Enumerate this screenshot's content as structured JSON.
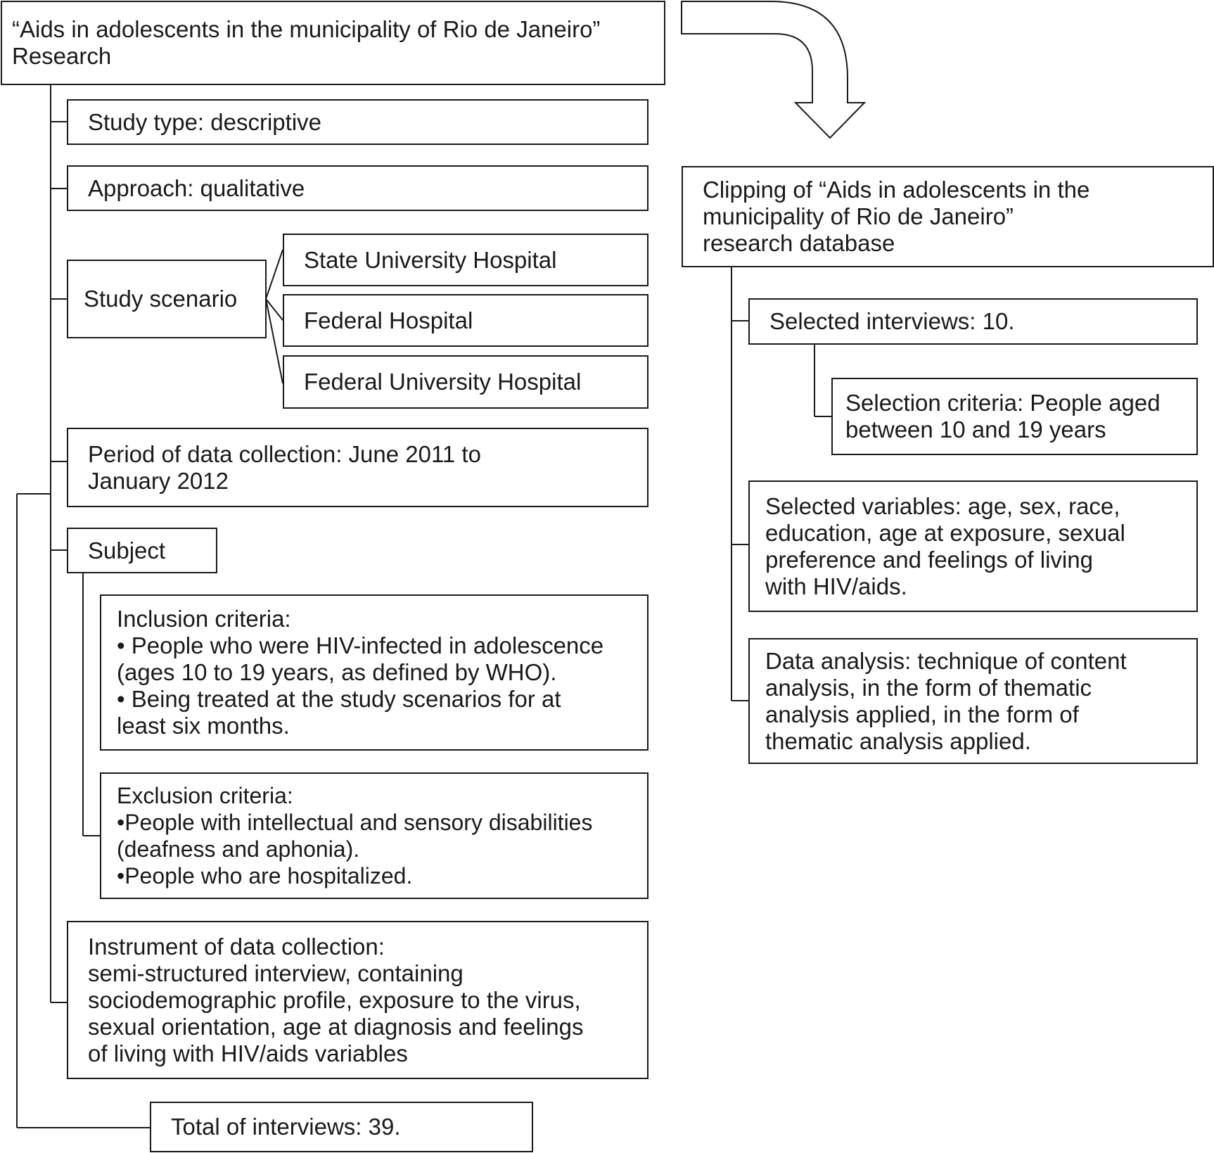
{
  "left": {
    "title": {
      "line1": "“Aids in adolescents in the municipality of Rio de Janeiro”",
      "line2": "Research"
    },
    "study_type": "Study type: descriptive",
    "approach": "Approach: qualitative",
    "scenario": {
      "label": "Study scenario",
      "hospitals": [
        "State University Hospital",
        "Federal Hospital",
        "Federal University Hospital"
      ]
    },
    "period": {
      "line1": "Period of data collection: June 2011 to",
      "line2": "January 2012"
    },
    "subject": "Subject",
    "inclusion": {
      "heading": "Inclusion criteria:",
      "lines": [
        "• People who were HIV-infected in adolescence",
        "(ages 10 to 19 years, as defined by WHO).",
        "• Being treated at the study scenarios for at",
        "least six months."
      ]
    },
    "exclusion": {
      "heading": "Exclusion criteria:",
      "lines": [
        "•People with intellectual and sensory disabilities",
        "(deafness and aphonia).",
        "•People who are hospitalized."
      ]
    },
    "instrument": {
      "heading": "Instrument of data collection:",
      "lines": [
        "semi-structured interview, containing",
        "sociodemographic profile, exposure to the virus,",
        "sexual orientation, age at diagnosis and feelings",
        "of living with HIV/aids variables"
      ]
    },
    "total": "Total of interviews: 39."
  },
  "right": {
    "clipping": {
      "lines": [
        "Clipping of “Aids in adolescents in the",
        "municipality of Rio de Janeiro”",
        "research database"
      ]
    },
    "selected_interviews": "Selected interviews: 10.",
    "selection_criteria": {
      "lines": [
        "Selection criteria: People aged",
        "between 10 and 19 years"
      ]
    },
    "selected_variables": {
      "lines": [
        "Selected variables: age, sex, race,",
        "education, age at exposure, sexual",
        "preference and feelings of living",
        "with HIV/aids."
      ]
    },
    "data_analysis": {
      "lines": [
        "Data analysis: technique of content",
        "analysis, in the form of thematic",
        "analysis applied, in the form of",
        "thematic analysis applied."
      ]
    }
  }
}
